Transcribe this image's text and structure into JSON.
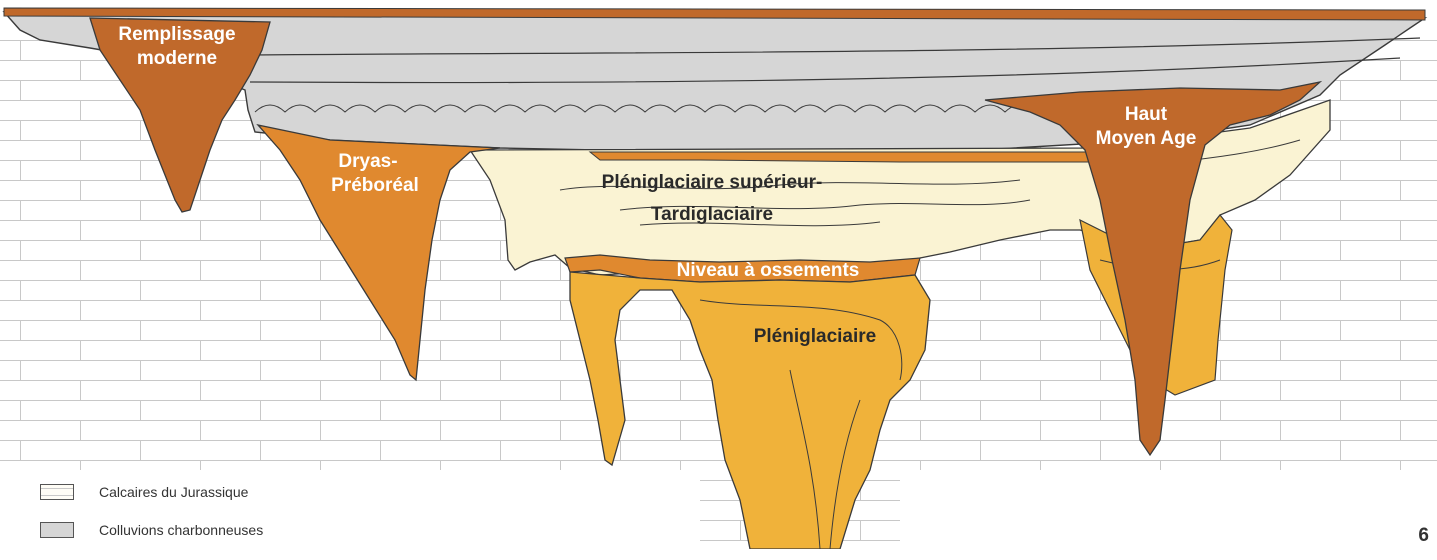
{
  "labels": {
    "remplissage_1": "Remplissage",
    "remplissage_2": "moderne",
    "dryas_1": "Dryas-",
    "dryas_2": "Préboréal",
    "haut_1": "Haut",
    "haut_2": "Moyen Age",
    "plenisup_1": "Pléniglaciaire supérieur-",
    "plenisup_2": "Tardiglaciaire",
    "niveau": "Niveau à ossements",
    "pleni": "Pléniglaciaire"
  },
  "legend": [
    {
      "label": "Calcaires du Jurassique",
      "icon": "limestone-swatch"
    },
    {
      "label": "Colluvions charbonneuses",
      "icon": "colluvium-swatch"
    }
  ],
  "page_number": "6",
  "colors": {
    "limestone_bg": "#ffffff",
    "limestone_lines": "#c8c8c8",
    "colluvium": "#d6d6d6",
    "dark_orange": "#c0692b",
    "mid_orange": "#e0892f",
    "yellow_orange": "#f0b23a",
    "pale_yellow": "#faf3d3",
    "outline": "#3a3a3a"
  }
}
